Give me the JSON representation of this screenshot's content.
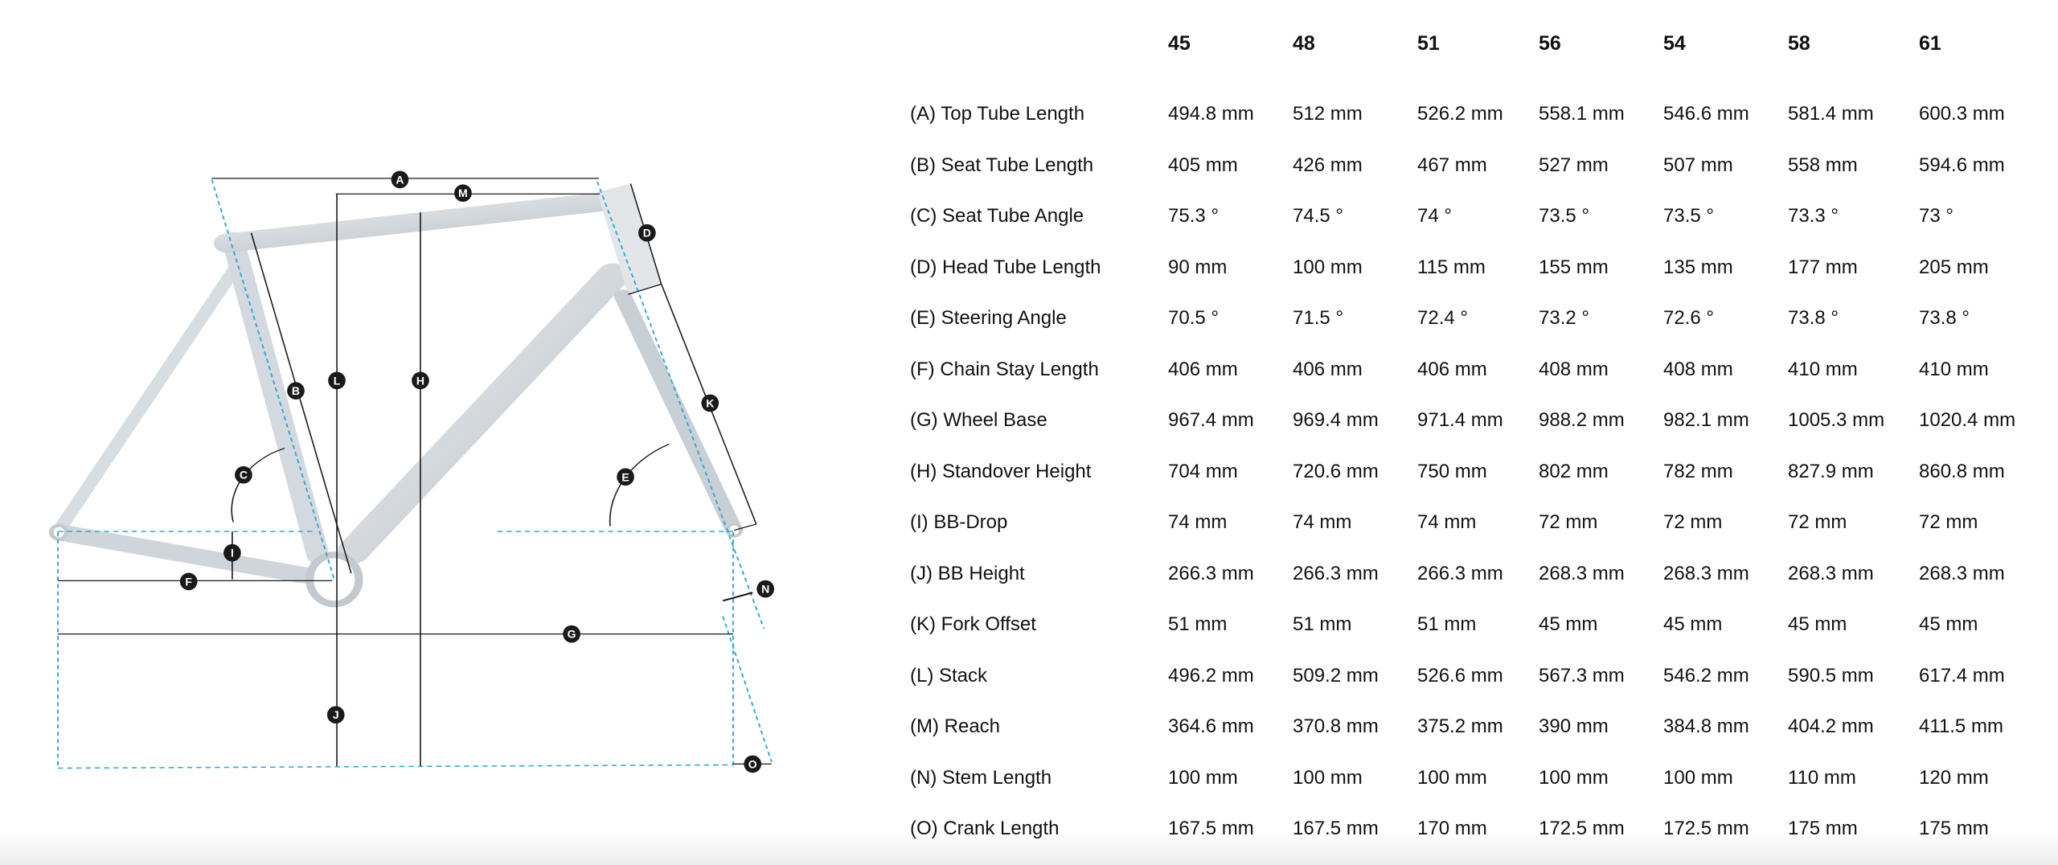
{
  "diagram": {
    "labels": [
      "A",
      "B",
      "C",
      "D",
      "E",
      "F",
      "G",
      "H",
      "I",
      "J",
      "K",
      "L",
      "M",
      "N",
      "O"
    ],
    "accent_color": "#2aa8d4"
  },
  "table": {
    "sizes": [
      "45",
      "48",
      "51",
      "56",
      "54",
      "58",
      "61"
    ],
    "rows": [
      {
        "label": "(A) Top Tube Length",
        "values": [
          "494.8 mm",
          "512 mm",
          "526.2 mm",
          "558.1 mm",
          "546.6 mm",
          "581.4 mm",
          "600.3 mm"
        ]
      },
      {
        "label": "(B) Seat Tube Length",
        "values": [
          "405 mm",
          "426 mm",
          "467 mm",
          "527 mm",
          "507 mm",
          "558 mm",
          "594.6 mm"
        ]
      },
      {
        "label": "(C) Seat Tube Angle",
        "values": [
          "75.3 °",
          "74.5 °",
          "74 °",
          "73.5 °",
          "73.5 °",
          "73.3 °",
          "73 °"
        ]
      },
      {
        "label": "(D) Head Tube Length",
        "values": [
          "90 mm",
          "100 mm",
          "115 mm",
          "155 mm",
          "135 mm",
          "177 mm",
          "205 mm"
        ]
      },
      {
        "label": "(E) Steering Angle",
        "values": [
          "70.5 °",
          "71.5 °",
          "72.4 °",
          "73.2 °",
          "72.6 °",
          "73.8 °",
          "73.8 °"
        ]
      },
      {
        "label": "(F) Chain Stay Length",
        "values": [
          "406 mm",
          "406 mm",
          "406 mm",
          "408 mm",
          "408 mm",
          "410 mm",
          "410 mm"
        ]
      },
      {
        "label": "(G) Wheel Base",
        "values": [
          "967.4 mm",
          "969.4 mm",
          "971.4 mm",
          "988.2 mm",
          "982.1 mm",
          "1005.3 mm",
          "1020.4 mm"
        ]
      },
      {
        "label": "(H) Standover Height",
        "values": [
          "704 mm",
          "720.6 mm",
          "750 mm",
          "802 mm",
          "782 mm",
          "827.9 mm",
          "860.8 mm"
        ]
      },
      {
        "label": "(I) BB-Drop",
        "values": [
          "74 mm",
          "74 mm",
          "74 mm",
          "72 mm",
          "72 mm",
          "72 mm",
          "72 mm"
        ]
      },
      {
        "label": "(J) BB Height",
        "values": [
          "266.3 mm",
          "266.3 mm",
          "266.3 mm",
          "268.3 mm",
          "268.3 mm",
          "268.3 mm",
          "268.3 mm"
        ]
      },
      {
        "label": "(K) Fork Offset",
        "values": [
          "51 mm",
          "51 mm",
          "51 mm",
          "45 mm",
          "45 mm",
          "45 mm",
          "45 mm"
        ]
      },
      {
        "label": "(L) Stack",
        "values": [
          "496.2 mm",
          "509.2 mm",
          "526.6 mm",
          "567.3 mm",
          "546.2 mm",
          "590.5 mm",
          "617.4 mm"
        ]
      },
      {
        "label": "(M) Reach",
        "values": [
          "364.6 mm",
          "370.8 mm",
          "375.2 mm",
          "390 mm",
          "384.8 mm",
          "404.2 mm",
          "411.5 mm"
        ]
      },
      {
        "label": "(N) Stem Length",
        "values": [
          "100 mm",
          "100 mm",
          "100 mm",
          "100 mm",
          "100 mm",
          "110 mm",
          "120 mm"
        ]
      },
      {
        "label": "(O) Crank Length",
        "values": [
          "167.5 mm",
          "167.5 mm",
          "170 mm",
          "172.5 mm",
          "172.5 mm",
          "175 mm",
          "175 mm"
        ]
      }
    ]
  }
}
